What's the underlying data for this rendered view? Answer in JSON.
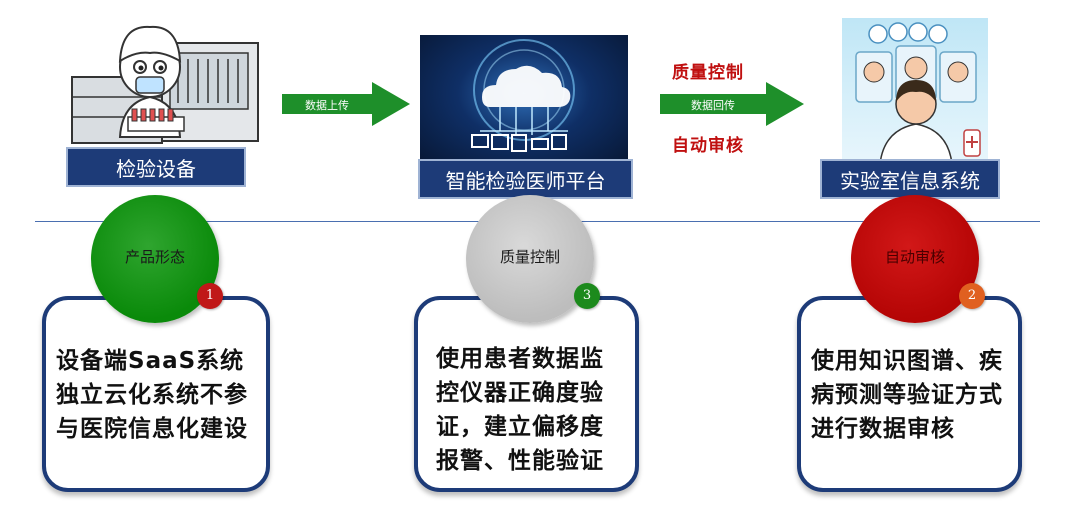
{
  "nodes": {
    "device": {
      "label": "检验设备"
    },
    "platform": {
      "label": "智能检验医师平台"
    },
    "lab": {
      "label": "实验室信息系统"
    }
  },
  "arrows": {
    "upload": {
      "label": "数据上传",
      "color": "#1e8f2a"
    },
    "feedback": {
      "label": "数据回传",
      "color": "#1e8f2a",
      "above": "质量控制",
      "below": "自动审核"
    }
  },
  "features": [
    {
      "title": "产品形态",
      "badge": "1",
      "circle_color": "#0a8a0a",
      "badge_color": "#c01818",
      "lines": [
        "设备端SaaS系统",
        "独立云化系统不参",
        "与医院信息化建设"
      ]
    },
    {
      "title": "质量控制",
      "badge": "3",
      "circle_color": "#bdbdbd",
      "badge_color": "#1c8a1c",
      "lines": [
        "使用患者数据监",
        "控仪器正确度验",
        "证，建立偏移度",
        "报警、性能验证"
      ]
    },
    {
      "title": "自动审核",
      "badge": "2",
      "circle_color": "#b50505",
      "badge_color": "#e06020",
      "lines": [
        "使用知识图谱、疾",
        "病预测等验证方式",
        "进行数据审核"
      ]
    }
  ],
  "colors": {
    "navy": "#1d3b78",
    "accent_red": "#c01010",
    "divider": "#4a6fb0"
  }
}
